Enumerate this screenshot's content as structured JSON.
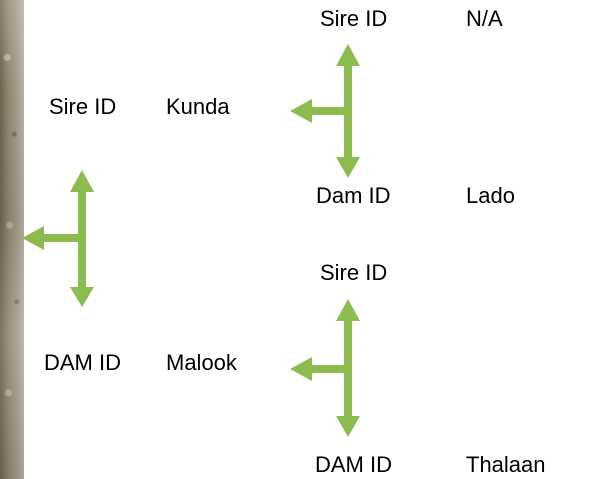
{
  "colors": {
    "arrow": "#8cbc4f",
    "text": "#000000",
    "background": "#ffffff"
  },
  "image": {
    "description_icon": "photo-strip"
  },
  "pedigree": {
    "sire": {
      "label": "Sire ID",
      "name": "Kunda",
      "sire": {
        "label": "Sire ID",
        "name": "N/A"
      },
      "dam": {
        "label": "Dam ID",
        "name": "Lado"
      }
    },
    "dam": {
      "label": "DAM ID",
      "name": "Malook",
      "sire": {
        "label": "Sire ID",
        "name": ""
      },
      "dam": {
        "label": "DAM ID",
        "name": "Thalaan"
      }
    }
  }
}
